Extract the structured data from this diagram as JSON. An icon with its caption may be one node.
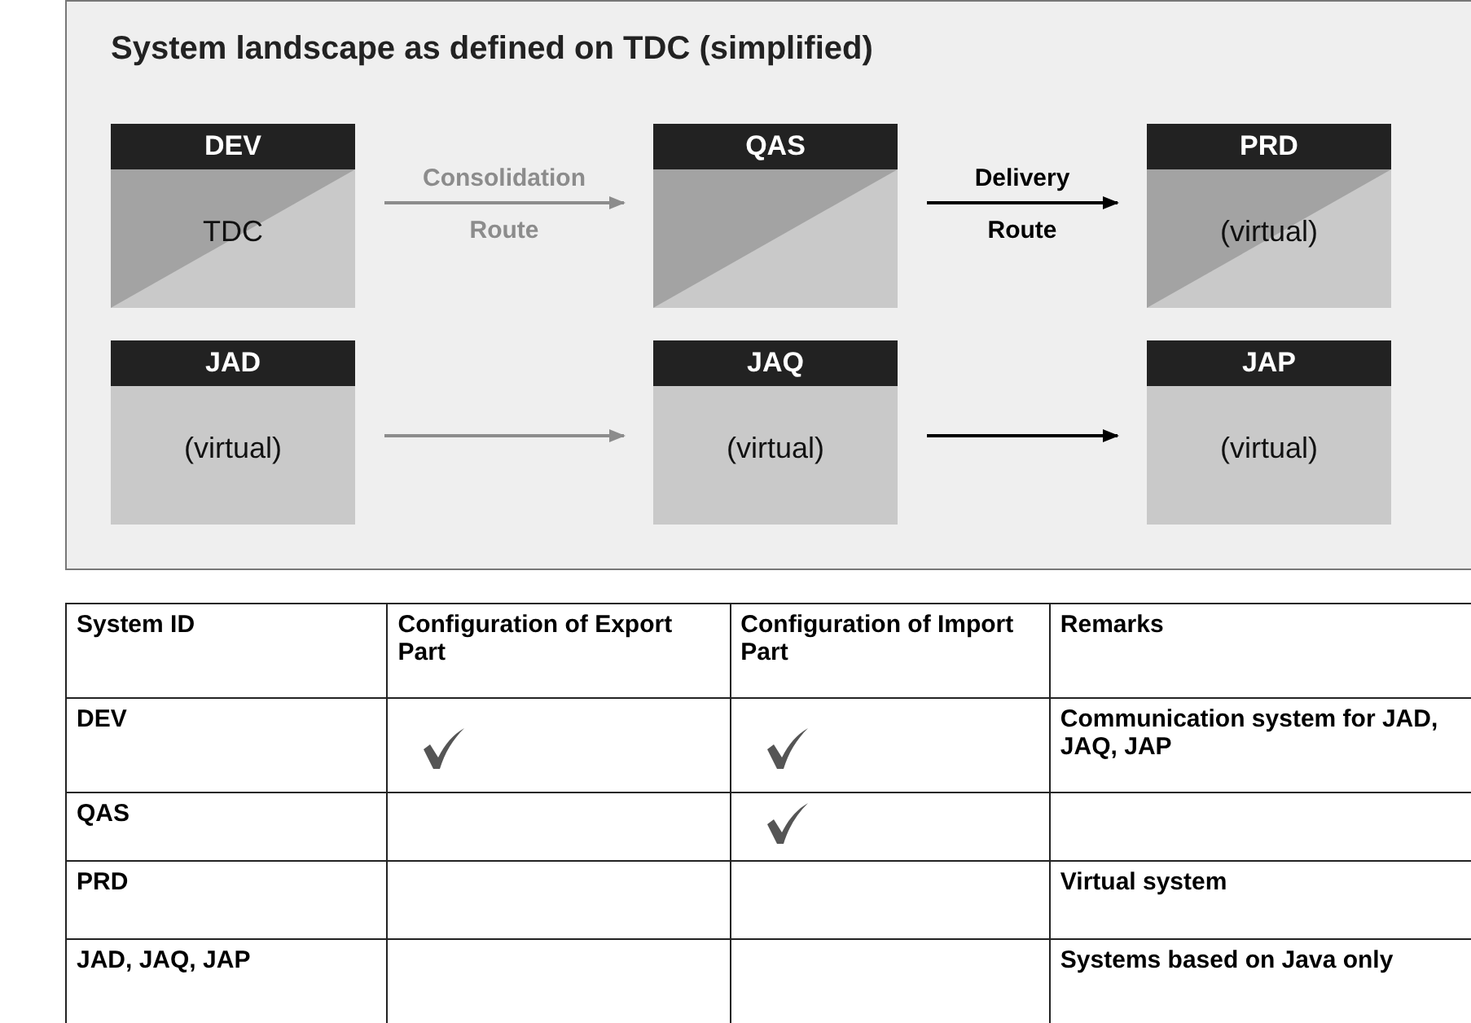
{
  "diagram": {
    "nodes": [
      {
        "text": [
          "System landscape as defined on TDC (simplified)"
        ]
      },
      {
        "text": [
          "DEV",
          "TDC"
        ],
        "in": 0
      },
      {
        "text": [
          "QAS"
        ],
        "in": 0
      },
      {
        "text": [
          "PRD",
          "(virtual)"
        ],
        "in": 0
      },
      {
        "text": [
          "JAD",
          "(virtual)"
        ],
        "in": 0
      },
      {
        "text": [
          "JAQ",
          "(virtual)"
        ],
        "in": 0
      },
      {
        "text": [
          "JAP",
          "(virtual)"
        ],
        "in": 0
      }
    ],
    "edges": [
      {
        "from": 1,
        "to": 2,
        "arrow": "to",
        "label": "Consolidation Route",
        "color": "#8c8c8c"
      },
      {
        "from": 2,
        "to": 3,
        "arrow": "to",
        "label": "Delivery Route",
        "color": "#000000"
      },
      {
        "from": 4,
        "to": 5,
        "arrow": "to",
        "color": "#8c8c8c"
      },
      {
        "from": 5,
        "to": 6,
        "arrow": "to",
        "color": "#000000"
      }
    ],
    "labels": [
      "System ID",
      "Configuration of Export Part",
      "Configuration of Import Part",
      "Remarks",
      "DEV",
      "Communication system for JAD, JAQ, JAP",
      "QAS",
      "PRD",
      "Virtual system",
      "JAD, JAQ, JAP",
      "Systems based on Java only"
    ]
  }
}
